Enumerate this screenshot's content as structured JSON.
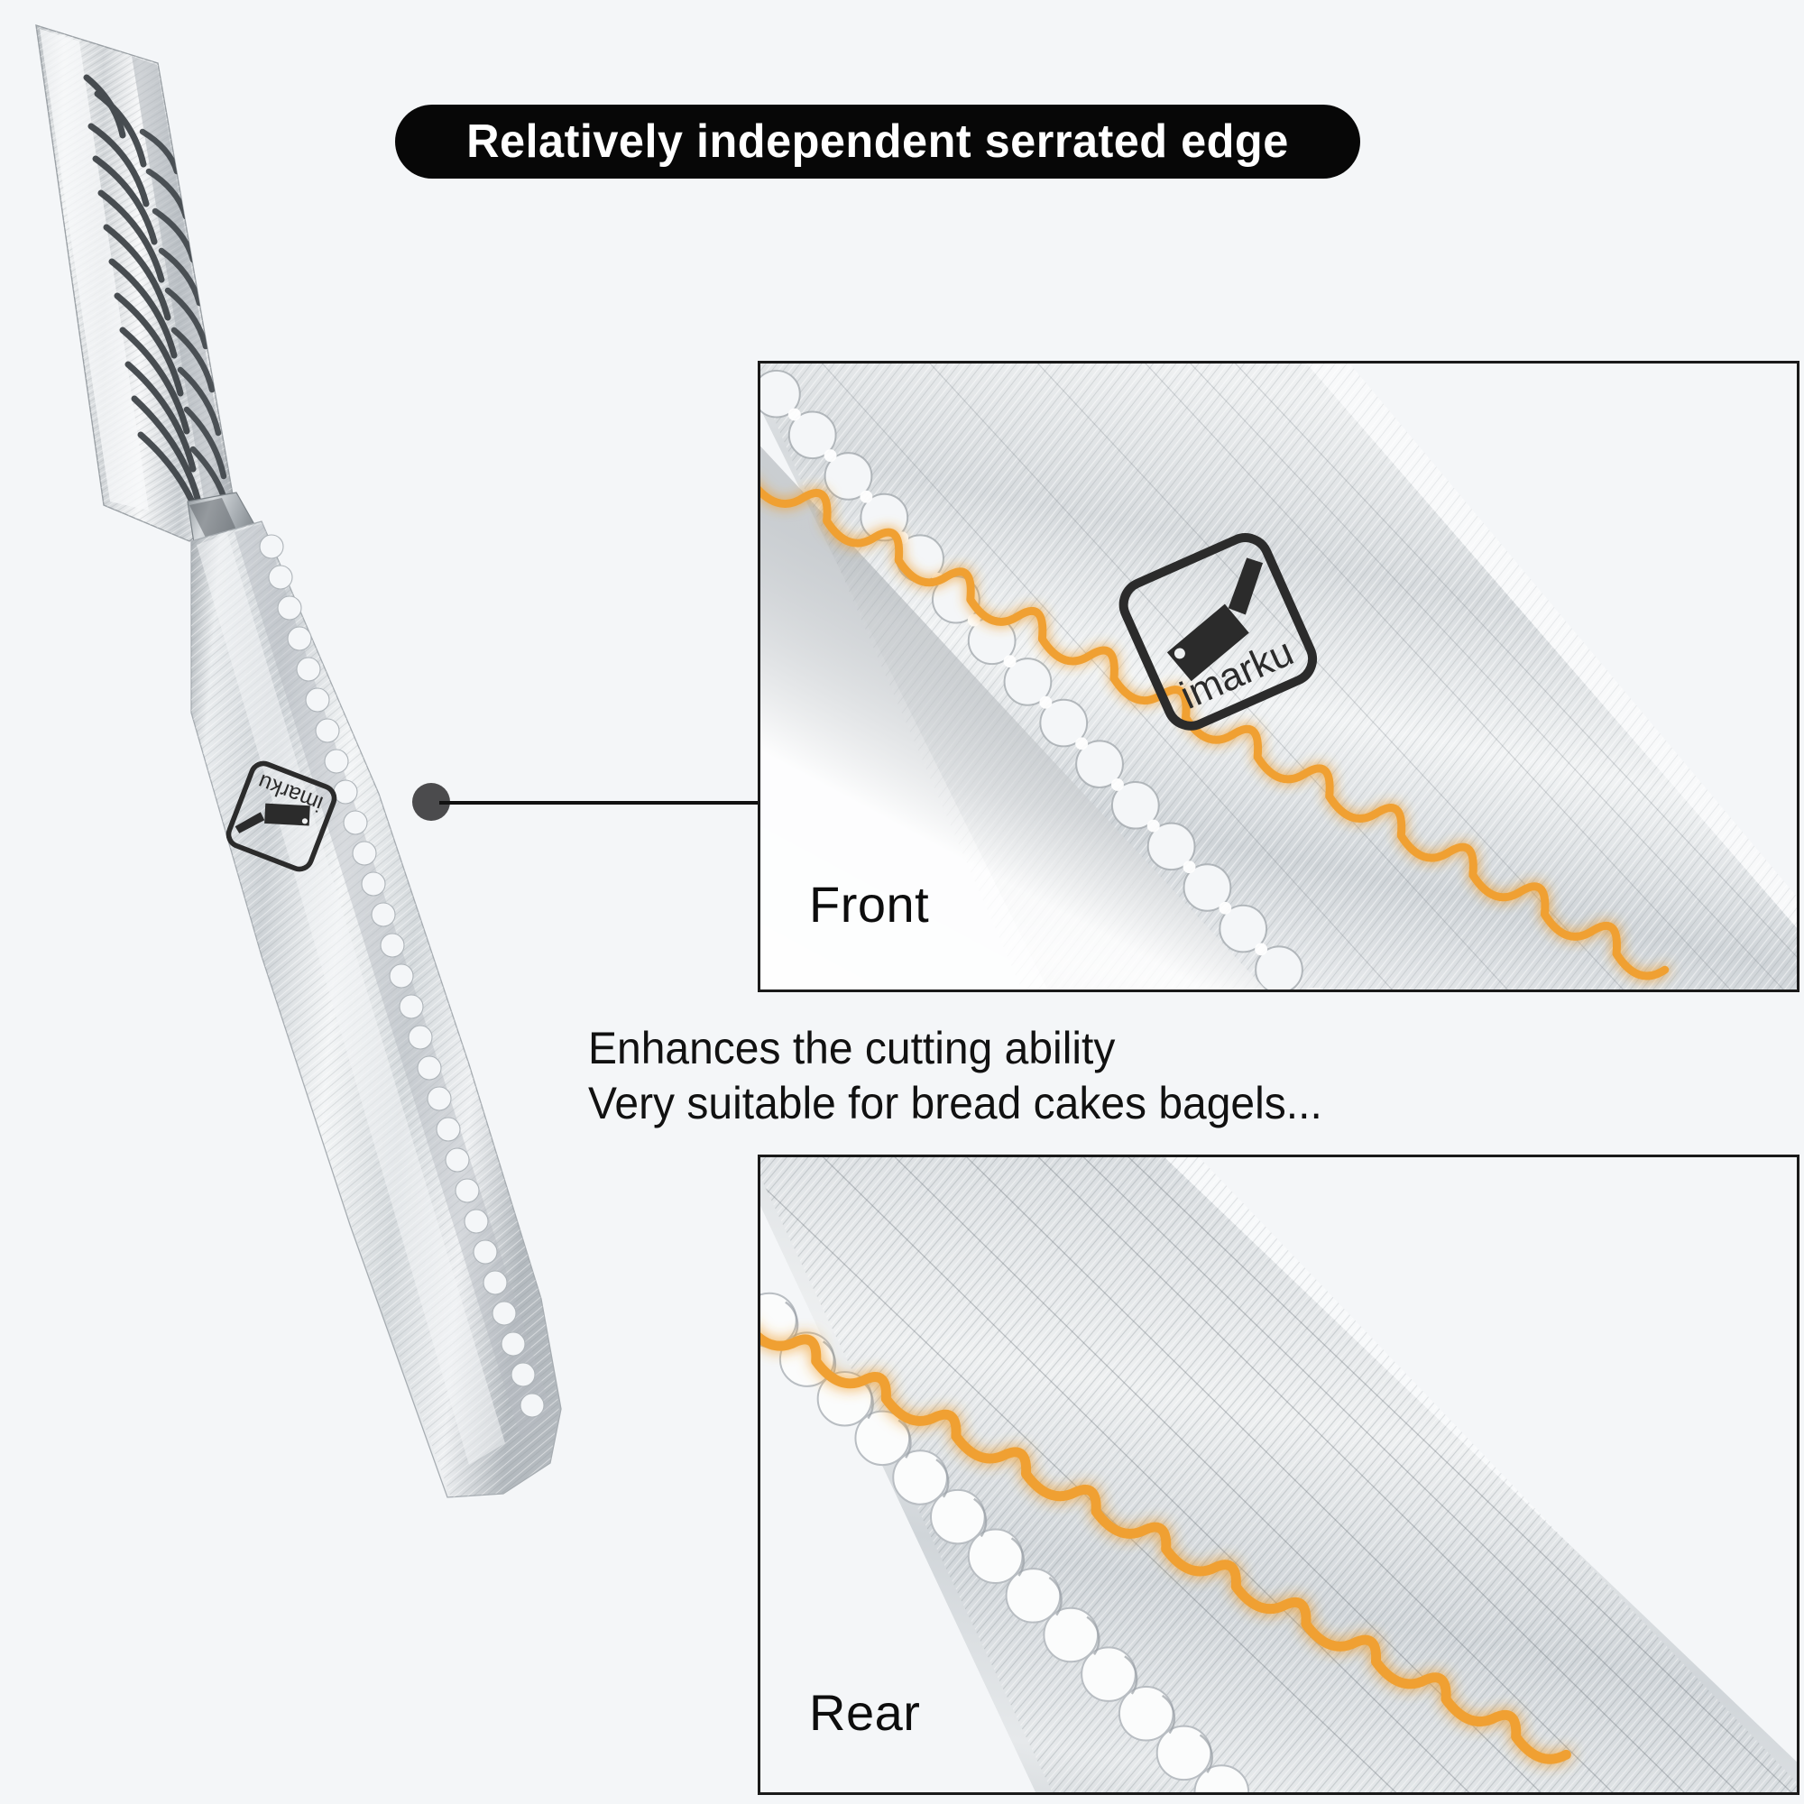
{
  "background_color": "#f4f6f8",
  "banner": {
    "text": "Relatively independent serrated edge",
    "background_color": "#070707",
    "text_color": "#ffffff"
  },
  "product": {
    "brand": "imarku",
    "brand_mark_icon": "cleaver-icon",
    "type": "serrated bread knife",
    "blade_color": "#d9dcdf",
    "handle_color": "#cfd3d6"
  },
  "callout": {
    "dot_color": "#4b4b4d",
    "line_color": "#111111"
  },
  "panels": [
    {
      "id": "front",
      "label": "Front",
      "border_color": "#1a1a1a",
      "highlight_color": "#f0a030",
      "shows_logo": true
    },
    {
      "id": "rear",
      "label": "Rear",
      "border_color": "#1a1a1a",
      "highlight_color": "#f0a030",
      "shows_logo": false
    }
  ],
  "description": {
    "line1": "Enhances the cutting ability",
    "line2": "Very suitable for bread cakes bagels..."
  },
  "colors": {
    "accent_orange": "#f0a030",
    "steel_light": "#eef0f1",
    "steel_mid": "#c8cccf",
    "steel_dark": "#9aa0a4",
    "ink": "#111111"
  }
}
